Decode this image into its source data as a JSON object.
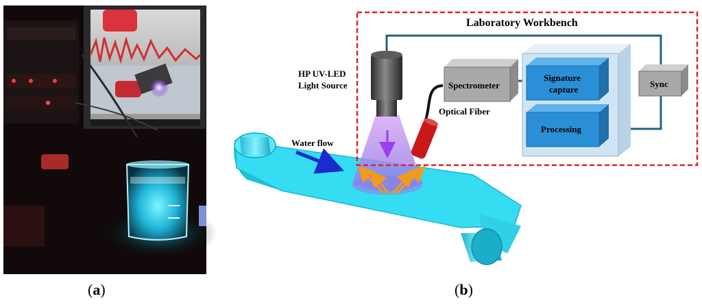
{
  "captions": {
    "a_open": "(",
    "a_letter": "a",
    "a_close": ")",
    "b_open": "(",
    "b_letter": "b",
    "b_close": ")"
  },
  "diagram": {
    "workbench_title": "Laboratory Workbench",
    "light_source_line1": "HP UV-LED",
    "light_source_line2": "Light Source",
    "spectrometer": "Spectrometer",
    "signature_line1": "Signature",
    "signature_line2": "capture",
    "processing": "Processing",
    "sync": "Sync",
    "optical_fiber": "Optical Fiber",
    "water_flow": "Water flow"
  },
  "colors": {
    "dashed_border": "#e0202a",
    "water": "#33ddf4",
    "module_blue": "#2a8fd6",
    "grey_box": "#a9a9a9",
    "cable": "#2a5f7f",
    "uv_cone": "#b07ad8",
    "fiber_red": "#c81818"
  }
}
